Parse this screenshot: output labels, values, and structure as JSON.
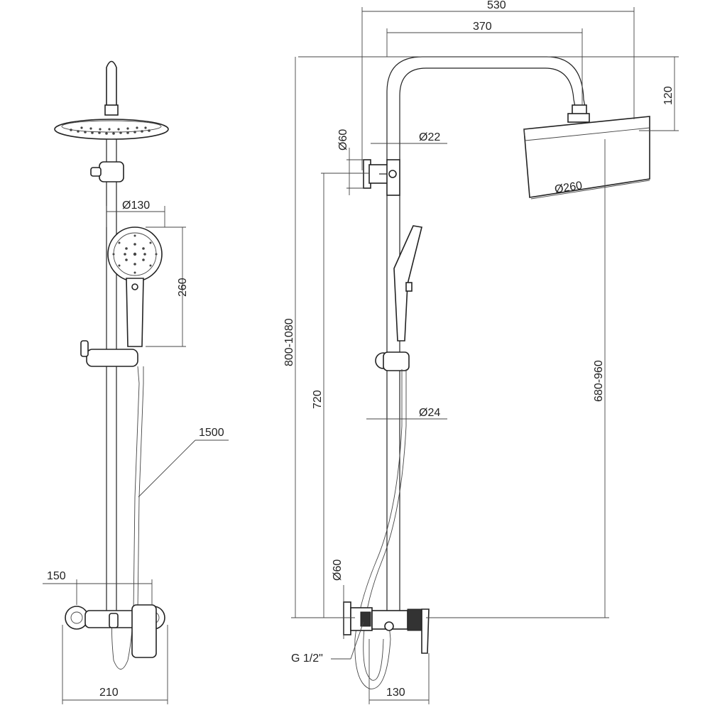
{
  "dimensions": {
    "front_view": {
      "head_diameter": "Ø130",
      "handshower_length": "260",
      "hose_length": "1500",
      "inlet_spacing": "150",
      "mixer_width": "210"
    },
    "side_view": {
      "overall_width": "530",
      "arm_reach": "370",
      "head_drop": "120",
      "bracket_diameter": "Ø60",
      "upper_pipe_diameter": "Ø22",
      "rain_head_diameter": "Ø260",
      "overall_height": "800-1080",
      "bracket_height": "720",
      "head_height_range": "680-960",
      "riser_diameter": "Ø24",
      "escutcheon_diameter": "Ø60",
      "thread": "G 1/2\"",
      "mixer_depth": "130"
    }
  }
}
